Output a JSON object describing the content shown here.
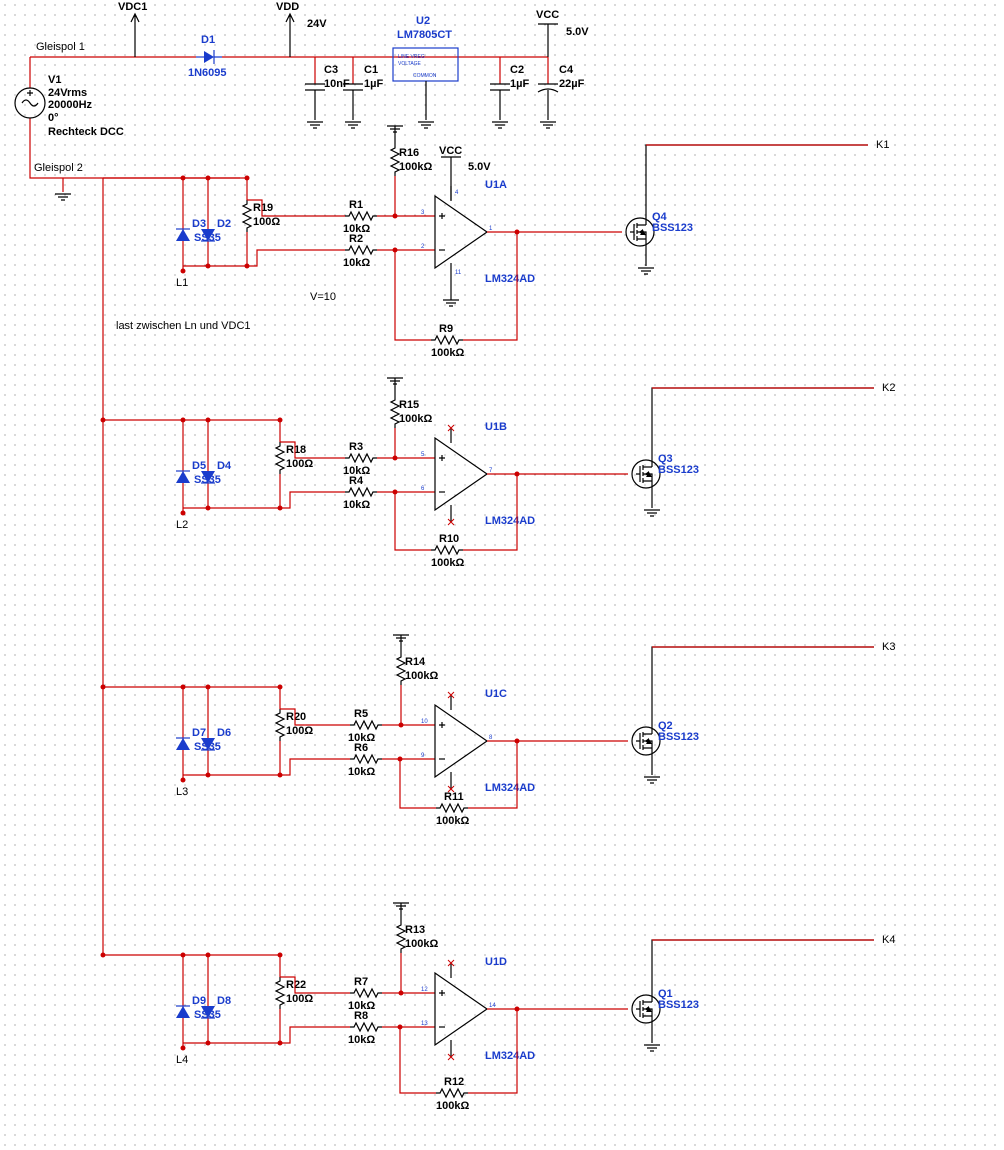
{
  "labels": {
    "vdc1": "VDC1",
    "vdd": "VDD",
    "vdd_value": "24V",
    "vcc_top": "VCC",
    "vcc_top_value": "5.0V",
    "gleispol1": "Gleispol 1",
    "gleispol2": "Gleispol 2",
    "note_v": "V=10",
    "note_last": "last zwischen Ln und VDC1",
    "vcc_opamp": "VCC",
    "vcc_opamp_value": "5.0V"
  },
  "source": {
    "ref": "V1",
    "line1": "24Vrms",
    "line2": "20000Hz",
    "line3": "0°",
    "line4": "Rechteck DCC"
  },
  "diode_d1": {
    "ref": "D1",
    "part": "1N6095"
  },
  "regulator": {
    "ref": "U2",
    "part": "LM7805CT",
    "body_line1": "LINE     VREG",
    "body_line2": "VOLTAGE",
    "body_line3": "COMMON"
  },
  "capacitors": [
    {
      "ref": "C3",
      "value": "10nF"
    },
    {
      "ref": "C1",
      "value": "1µF"
    },
    {
      "ref": "C2",
      "value": "1µF"
    },
    {
      "ref": "C4",
      "value": "22µF"
    }
  ],
  "stages": [
    {
      "load": "L1",
      "da": "D3",
      "db": "D2",
      "dpart": "SS35",
      "shunt": "R19",
      "shunt_val": "100Ω",
      "rin1": "R1",
      "rin2": "R2",
      "rin_val": "10kΩ",
      "rg": "R16",
      "rg_val": "100kΩ",
      "rf": "R9",
      "rf_val": "100kΩ",
      "opamp": "U1A",
      "opamp_part": "LM324AD",
      "pin_p": "3",
      "pin_n": "2",
      "pin_o": "1",
      "pin_v": "4",
      "pin_g": "11",
      "fet": "Q4",
      "fet_part": "BSS123",
      "out": "K1"
    },
    {
      "load": "L2",
      "da": "D5",
      "db": "D4",
      "dpart": "SS35",
      "shunt": "R18",
      "shunt_val": "100Ω",
      "rin1": "R3",
      "rin2": "R4",
      "rin_val": "10kΩ",
      "rg": "R15",
      "rg_val": "100kΩ",
      "rf": "R10",
      "rf_val": "100kΩ",
      "opamp": "U1B",
      "opamp_part": "LM324AD",
      "pin_p": "5",
      "pin_n": "6",
      "pin_o": "7",
      "pin_v": "",
      "pin_g": "",
      "fet": "Q3",
      "fet_part": "BSS123",
      "out": "K2"
    },
    {
      "load": "L3",
      "da": "D7",
      "db": "D6",
      "dpart": "SS35",
      "shunt": "R20",
      "shunt_val": "100Ω",
      "rin1": "R5",
      "rin2": "R6",
      "rin_val": "10kΩ",
      "rg": "R14",
      "rg_val": "100kΩ",
      "rf": "R11",
      "rf_val": "100kΩ",
      "opamp": "U1C",
      "opamp_part": "LM324AD",
      "pin_p": "10",
      "pin_n": "9",
      "pin_o": "8",
      "pin_v": "",
      "pin_g": "",
      "fet": "Q2",
      "fet_part": "BSS123",
      "out": "K3"
    },
    {
      "load": "L4",
      "da": "D9",
      "db": "D8",
      "dpart": "SS35",
      "shunt": "R22",
      "shunt_val": "100Ω",
      "rin1": "R7",
      "rin2": "R8",
      "rin_val": "10kΩ",
      "rg": "R13",
      "rg_val": "100kΩ",
      "rf": "R12",
      "rf_val": "100kΩ",
      "opamp": "U1D",
      "opamp_part": "LM324AD",
      "pin_p": "12",
      "pin_n": "13",
      "pin_o": "14",
      "pin_v": "",
      "pin_g": "",
      "fet": "Q1",
      "fet_part": "BSS123",
      "out": "K4"
    }
  ],
  "colors": {
    "wire": "#cc0000",
    "component": "#000000",
    "reference": "#1a3ccc",
    "grid": "#555555",
    "background": "#ffffff"
  }
}
